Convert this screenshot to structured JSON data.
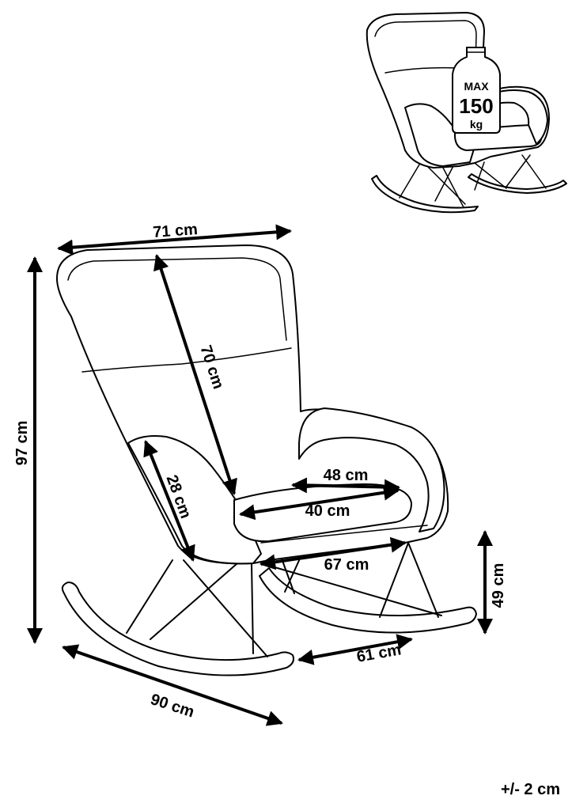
{
  "weight_badge": {
    "line1": "MAX",
    "line2": "150",
    "line3": "kg"
  },
  "dimensions": {
    "width_top": "71 cm",
    "backrest_height": "70 cm",
    "total_height": "97 cm",
    "armrest_height": "28 cm",
    "seat_width": "48 cm",
    "seat_depth": "40 cm",
    "seat_span": "67 cm",
    "seat_height": "49 cm",
    "base_depth": "61 cm",
    "total_length": "90 cm"
  },
  "tolerance": "+/- 2 cm"
}
